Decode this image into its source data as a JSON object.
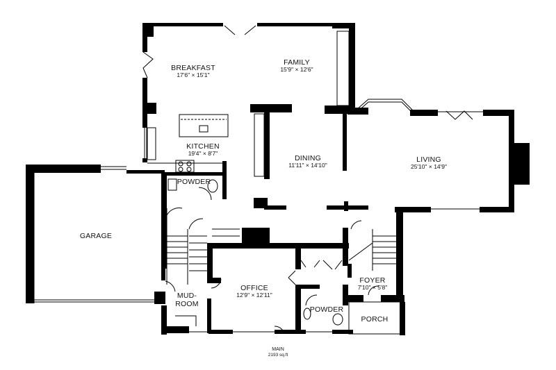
{
  "plan": {
    "level": "MAIN",
    "area": "2193 sq.ft",
    "rooms": [
      {
        "id": "breakfast",
        "name": "BREAKFAST",
        "dims": "17'6\" × 15'1\""
      },
      {
        "id": "family",
        "name": "FAMILY",
        "dims": "15'9\" × 12'6\""
      },
      {
        "id": "kitchen",
        "name": "KITCHEN",
        "dims": "19'4\" × 8'7\""
      },
      {
        "id": "dining",
        "name": "DINING",
        "dims": "11'11\" × 14'10\""
      },
      {
        "id": "living",
        "name": "LIVING",
        "dims": "25'10\" × 14'9\""
      },
      {
        "id": "powder-upper",
        "name": "POWDER",
        "dims": ""
      },
      {
        "id": "garage",
        "name": "GARAGE",
        "dims": ""
      },
      {
        "id": "mudroom",
        "name": "MUD-\nROOM",
        "dims": ""
      },
      {
        "id": "office",
        "name": "OFFICE",
        "dims": "12'9\" × 12'11\""
      },
      {
        "id": "foyer",
        "name": "FOYER",
        "dims": "7'10\" × 5'8\""
      },
      {
        "id": "powder-lower",
        "name": "POWDER",
        "dims": ""
      },
      {
        "id": "porch",
        "name": "PORCH",
        "dims": ""
      }
    ]
  }
}
